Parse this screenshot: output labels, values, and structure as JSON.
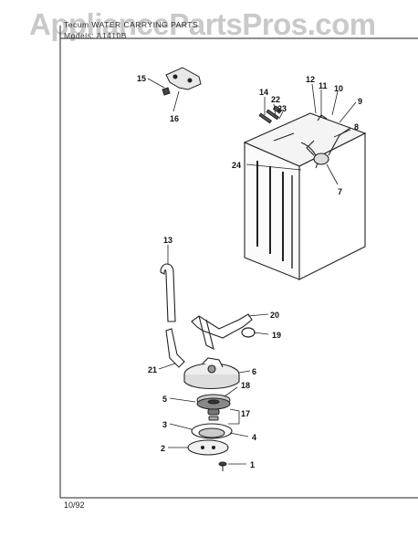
{
  "watermark": "AppliancePartsPros.com",
  "header": {
    "line1": "Tecum WATER CARRYING PARTS",
    "line2": "Models: A1410B"
  },
  "footer": {
    "date": "10/92"
  },
  "callouts": {
    "c1": "1",
    "c2": "2",
    "c3": "3",
    "c4": "4",
    "c5": "5",
    "c6": "6",
    "c7": "7",
    "c8": "8",
    "c9": "9",
    "c10": "10",
    "c11": "11",
    "c12": "12",
    "c13": "13",
    "c14": "14",
    "c15": "15",
    "c16": "16",
    "c17": "17",
    "c18": "18",
    "c19": "19",
    "c20": "20",
    "c21": "21",
    "c22": "22",
    "c23": "23",
    "c24": "24"
  }
}
